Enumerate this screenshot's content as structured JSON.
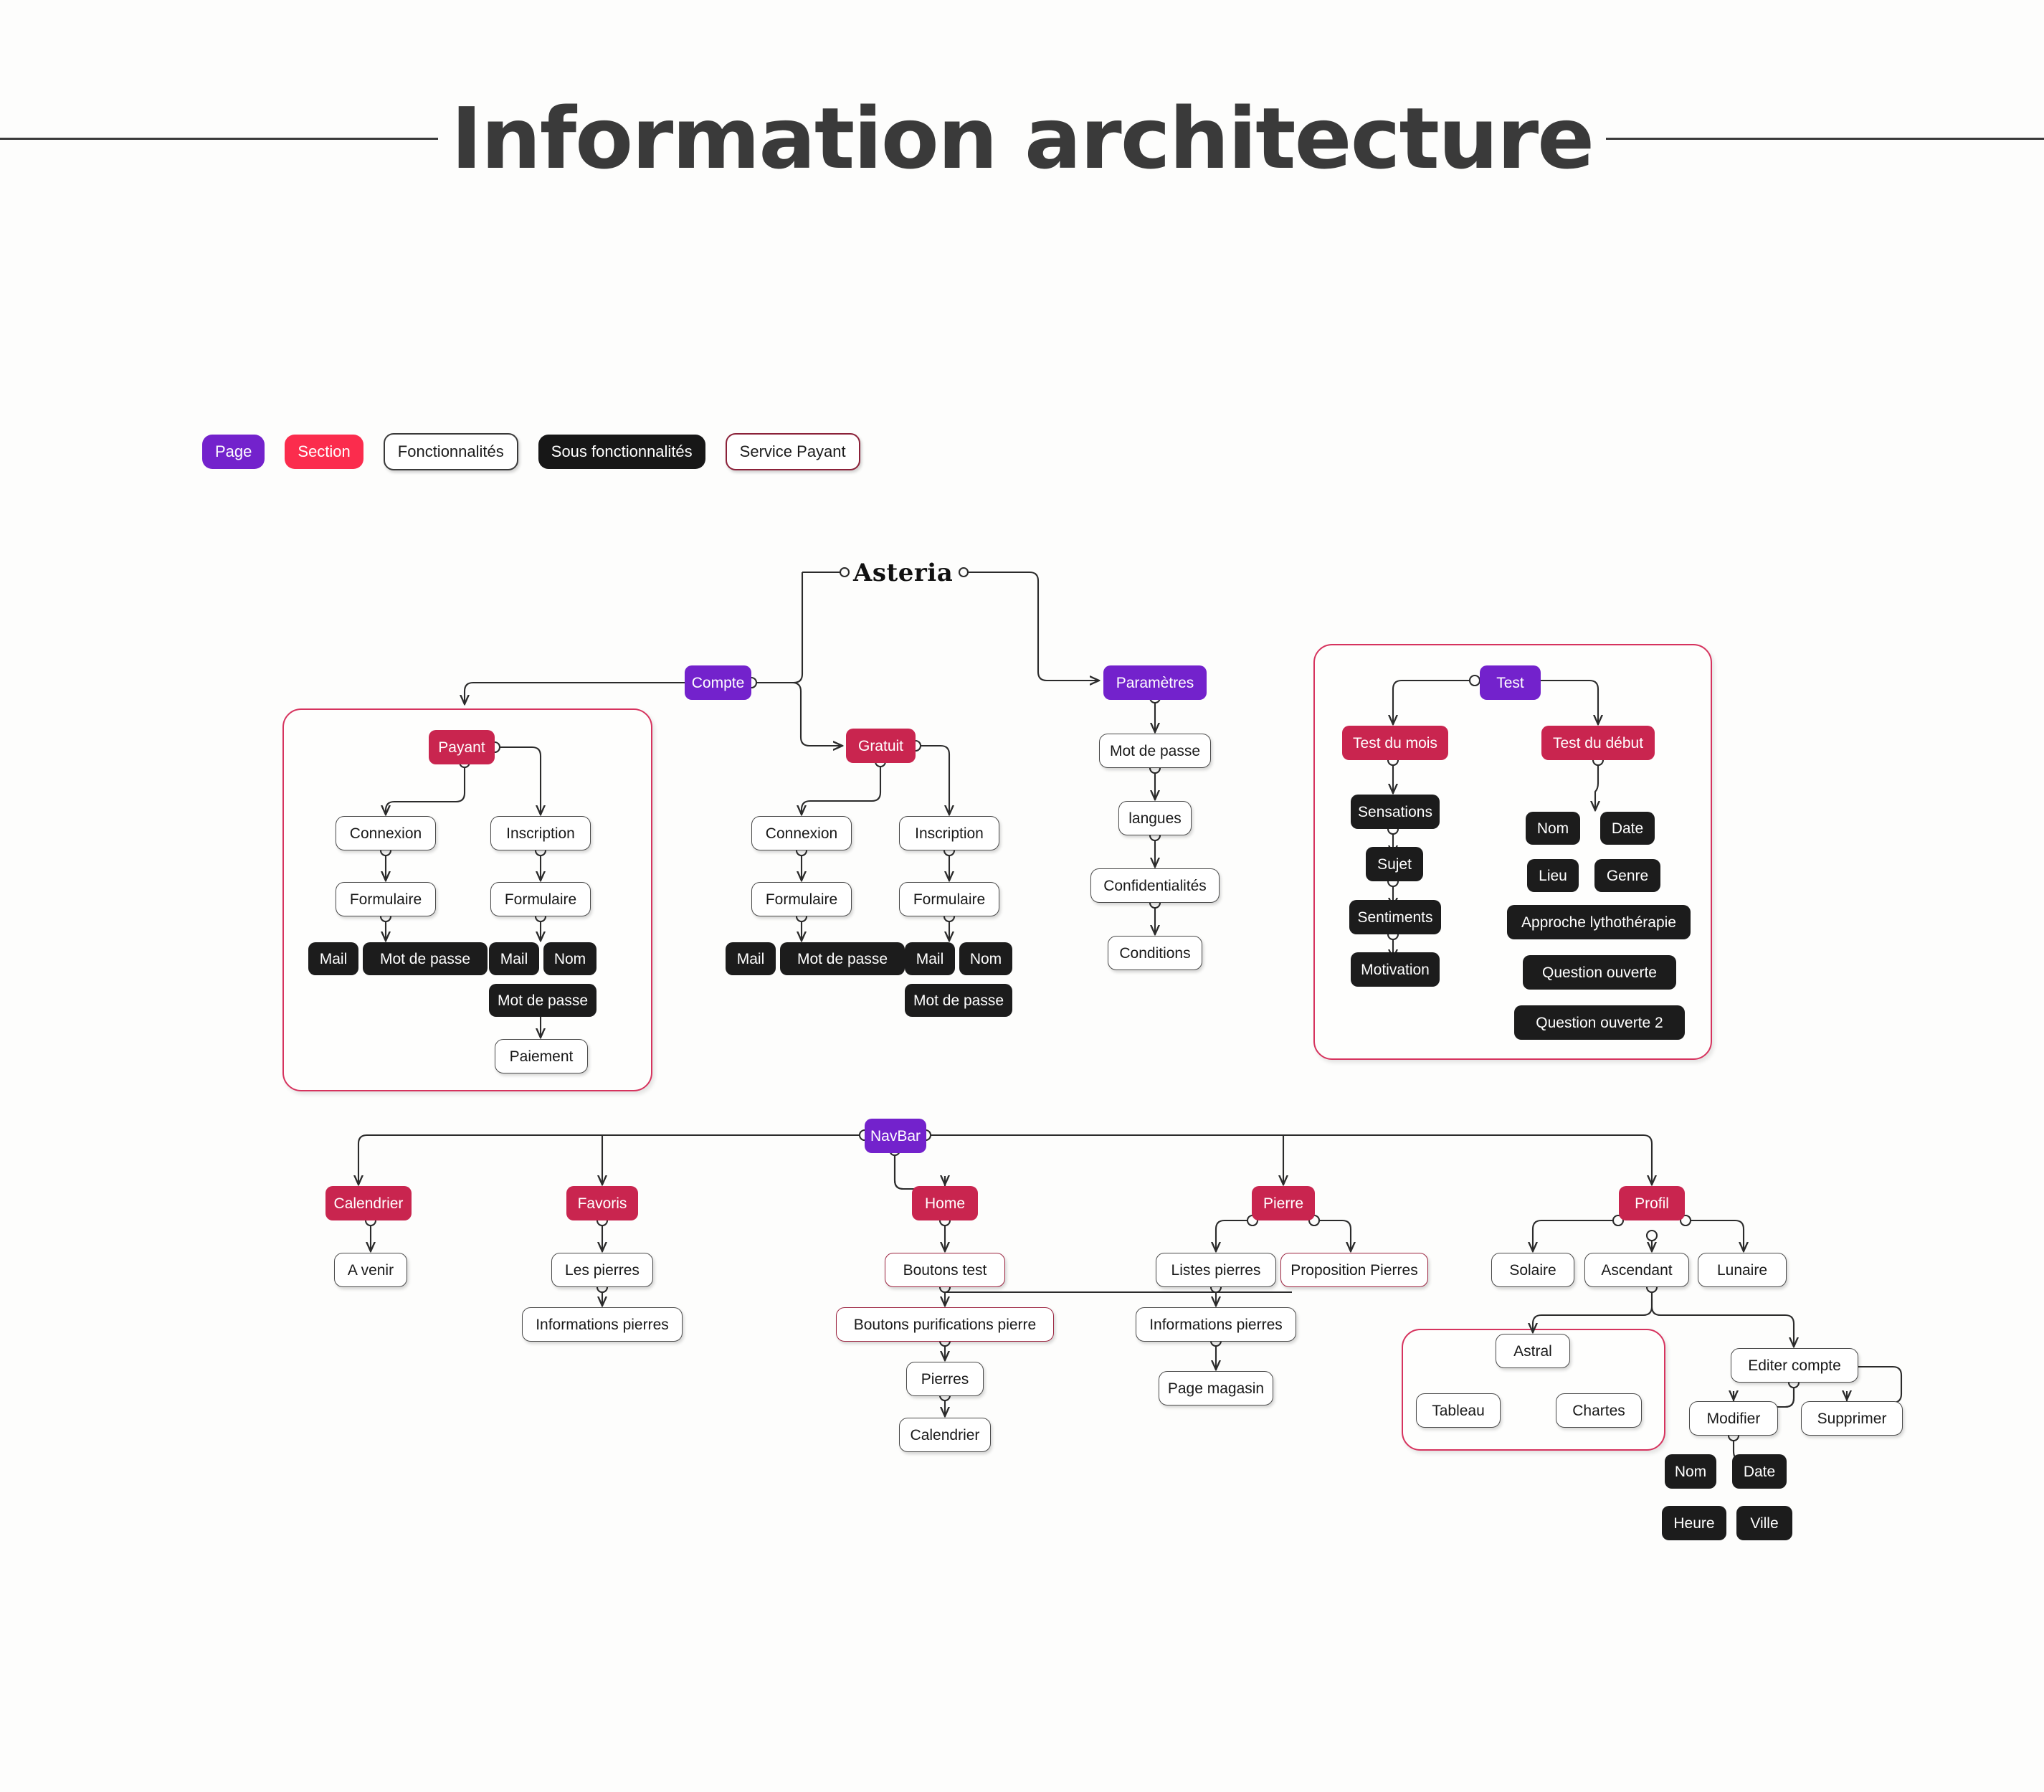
{
  "title": "Information architecture",
  "legend": [
    {
      "key": "page",
      "label": "Page"
    },
    {
      "key": "section",
      "label": "Section"
    },
    {
      "key": "func",
      "label": "Fonctionnalités"
    },
    {
      "key": "subfunc",
      "label": "Sous fonctionnalités"
    },
    {
      "key": "paid",
      "label": "Service Payant"
    }
  ],
  "colors": {
    "page": "#7322cc",
    "section": "#c9254f",
    "section_legend": "#fb2c4d",
    "subfunction": "#1c1c1c",
    "paid_border": "#9c2440",
    "group_border": "#d6335e",
    "wire": "#2b2b2b",
    "background": "#fdfdfc",
    "title": "#3a3a3a"
  },
  "root": {
    "label": "Asteria"
  },
  "tree": {
    "compte": {
      "label": "Compte",
      "payant": {
        "label": "Payant",
        "connexion": {
          "label": "Connexion",
          "formulaire": "Formulaire",
          "fields": [
            "Mail",
            "Mot de passe"
          ]
        },
        "inscription": {
          "label": "Inscription",
          "formulaire": "Formulaire",
          "fields": [
            "Mail",
            "Nom",
            "Mot de passe"
          ],
          "paiement": "Paiement"
        }
      },
      "gratuit": {
        "label": "Gratuit",
        "connexion": {
          "label": "Connexion",
          "formulaire": "Formulaire",
          "fields": [
            "Mail",
            "Mot de passe"
          ]
        },
        "inscription": {
          "label": "Inscription",
          "formulaire": "Formulaire",
          "fields": [
            "Mail",
            "Nom",
            "Mot de passe"
          ]
        }
      }
    },
    "parametres": {
      "label": "Paramètres",
      "items": [
        "Mot de passe",
        "langues",
        "Confidentialités",
        "Conditions"
      ]
    },
    "test": {
      "label": "Test",
      "test_du_mois": {
        "label": "Test du mois",
        "items": [
          "Sensations",
          "Sujet",
          "Sentiments",
          "Motivation"
        ]
      },
      "test_du_debut": {
        "label": "Test du début",
        "items": [
          "Nom",
          "Date",
          "Lieu",
          "Genre",
          "Approche lythothérapie",
          "Question ouverte",
          "Question ouverte 2"
        ]
      }
    },
    "navbar": {
      "label": "NavBar",
      "calendrier": {
        "label": "Calendrier",
        "children": [
          "A venir"
        ]
      },
      "favoris": {
        "label": "Favoris",
        "children": [
          "Les pierres",
          "Informations pierres"
        ]
      },
      "home": {
        "label": "Home",
        "children": [
          "Boutons test",
          "Boutons purifications pierre",
          "Pierres",
          "Calendrier"
        ]
      },
      "pierre": {
        "label": "Pierre",
        "listes_pierres": "Listes pierres",
        "proposition_pierres": "Proposition Pierres",
        "informations_pierres": "Informations pierres",
        "page_magasin": "Page magasin"
      },
      "profil": {
        "label": "Profil",
        "solaire": "Solaire",
        "ascendant": "Ascendant",
        "lunaire": "Lunaire",
        "astral_group": {
          "astral": "Astral",
          "tableau": "Tableau",
          "chartes": "Chartes"
        },
        "editer_compte": {
          "label": "Editer compte",
          "modifier": "Modifier",
          "supprimer": "Supprimer",
          "fields": [
            "Nom",
            "Date",
            "Heure",
            "Ville"
          ]
        }
      }
    }
  }
}
